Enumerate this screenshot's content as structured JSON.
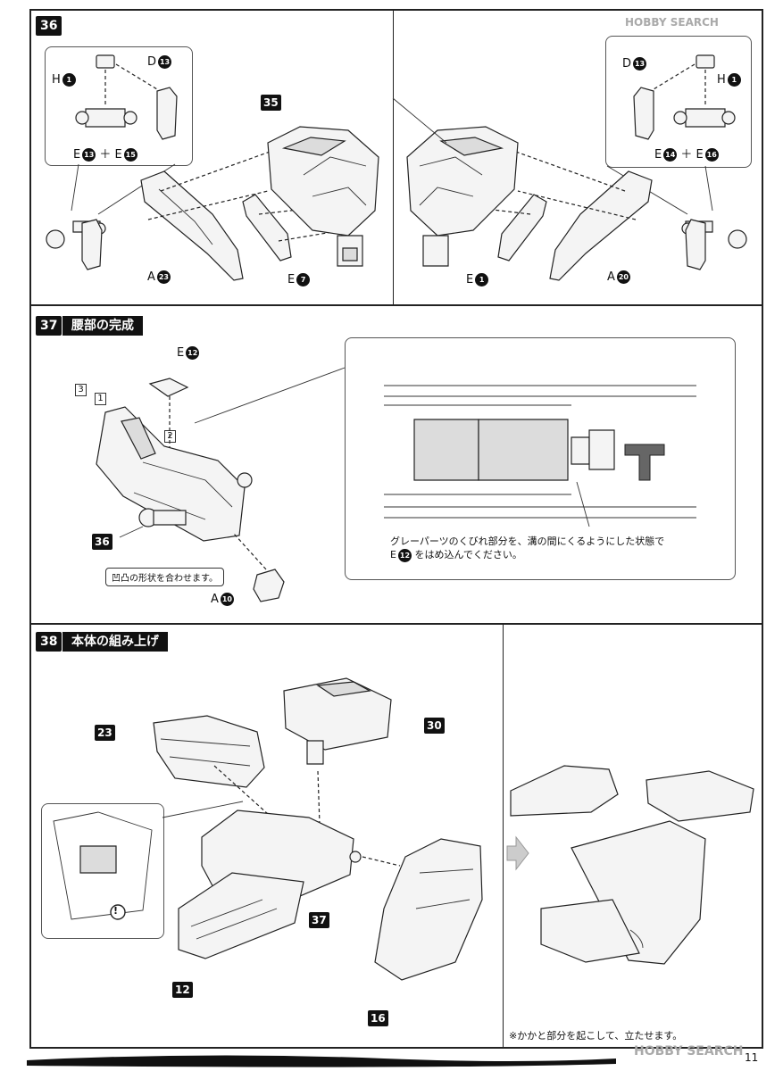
{
  "steps": {
    "s36": {
      "number": "36",
      "left_callout": {
        "h_letter": "H",
        "h_num": "1",
        "d_letter": "D",
        "d_num": "13",
        "e1_letter": "E",
        "e1_num": "13",
        "plus": "＋",
        "e2_letter": "E",
        "e2_num": "15"
      },
      "right_callout": {
        "h_letter": "H",
        "h_num": "1",
        "d_letter": "D",
        "d_num": "13",
        "e1_letter": "E",
        "e1_num": "14",
        "plus": "＋",
        "e2_letter": "E",
        "e2_num": "16"
      },
      "ref_35": "35",
      "left_labels": {
        "a_letter": "A",
        "a_num": "23",
        "e_letter": "E",
        "e_num": "7"
      },
      "right_labels": {
        "e_letter": "E",
        "e_num": "1",
        "a_letter": "A",
        "a_num": "20"
      }
    },
    "s37": {
      "number": "37",
      "title": "腰部の完成",
      "e_letter": "E",
      "e_num": "12",
      "order": [
        "1",
        "2",
        "3"
      ],
      "ref_36": "36",
      "note": "凹凸の形状を合わせます。",
      "a_letter": "A",
      "a_num": "10",
      "detail_line1": "グレーパーツのくびれ部分を、溝の間にくるようにした状態で",
      "detail_e_letter": "E",
      "detail_e_num": "12",
      "detail_line2": "をはめ込んでください。"
    },
    "s38": {
      "number": "38",
      "title": "本体の組み上げ",
      "refs": {
        "r23": "23",
        "r30": "30",
        "r37": "37",
        "r12": "12",
        "r16": "16"
      },
      "warning": "!",
      "bottom_note": "※かかと部分を起こして、立たせます。"
    }
  },
  "watermark_top": "HOBBY SEARCH",
  "watermark_bottom": "HOBBY SEARCH",
  "page_number": "11"
}
